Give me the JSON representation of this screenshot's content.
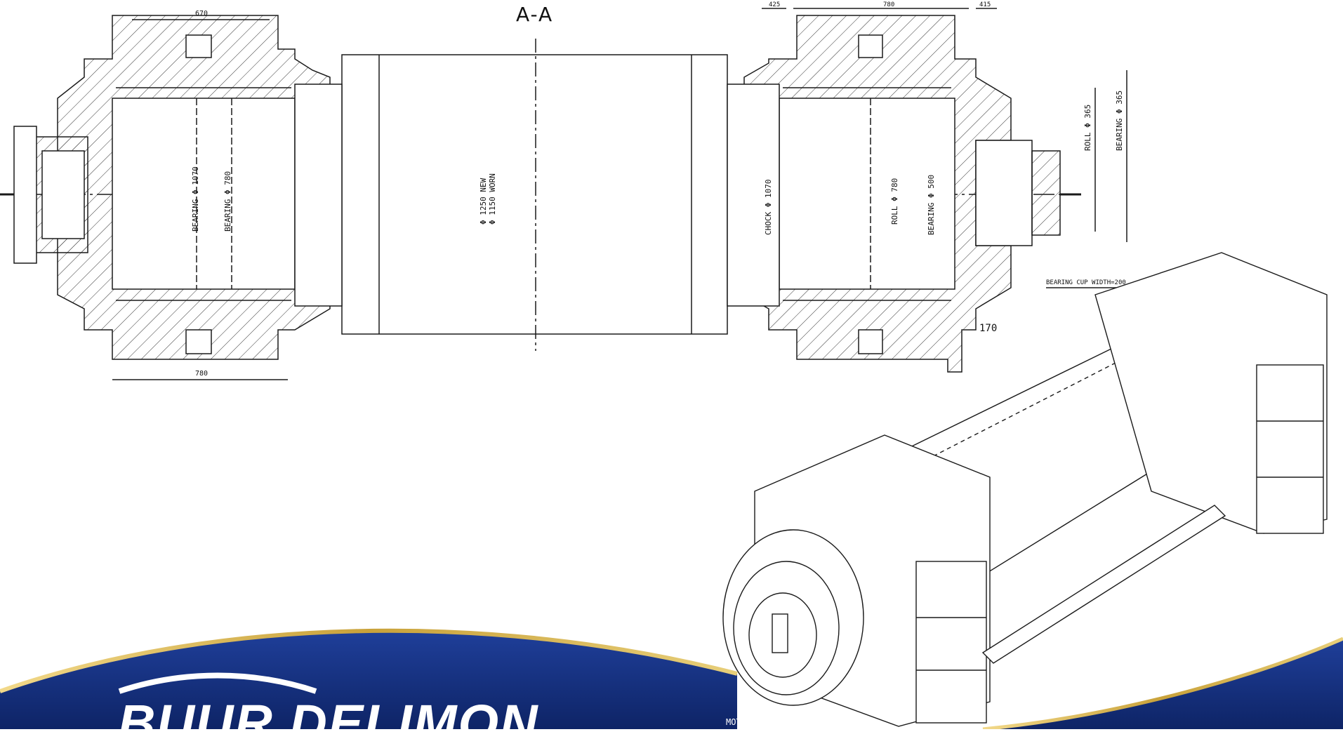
{
  "drawing": {
    "section_title": "A-A",
    "dims": {
      "top_left_width": "670",
      "bottom_left_width": "780",
      "top_right_small": "425",
      "top_right_mid": "780",
      "top_right_end": "415",
      "left_bearing_dia": "BEARING Φ 1070",
      "left_bearing_dia2": "BEARING Φ 780",
      "roll_dia": "Φ 1250 NEW",
      "roll_dia2": "Φ 1150 WORN",
      "chock_dia": "CHOCK Φ 1070",
      "roll_dia_right": "ROLL Φ 780",
      "bearing_dia_right": "BEARING Φ 500",
      "roll_neck": "ROLL Φ 365",
      "bearing_neck": "BEARING Φ 365",
      "bearing_cup": "BEARING CUP WIDTH=200",
      "ref_170": "170"
    },
    "motor_side": "MOTOR SIDE"
  },
  "brand": {
    "logo": "BUUR DELIMON",
    "colors": {
      "navy": "#14307e",
      "gold": "#d9b44a",
      "line": "#1a1a1a"
    }
  }
}
